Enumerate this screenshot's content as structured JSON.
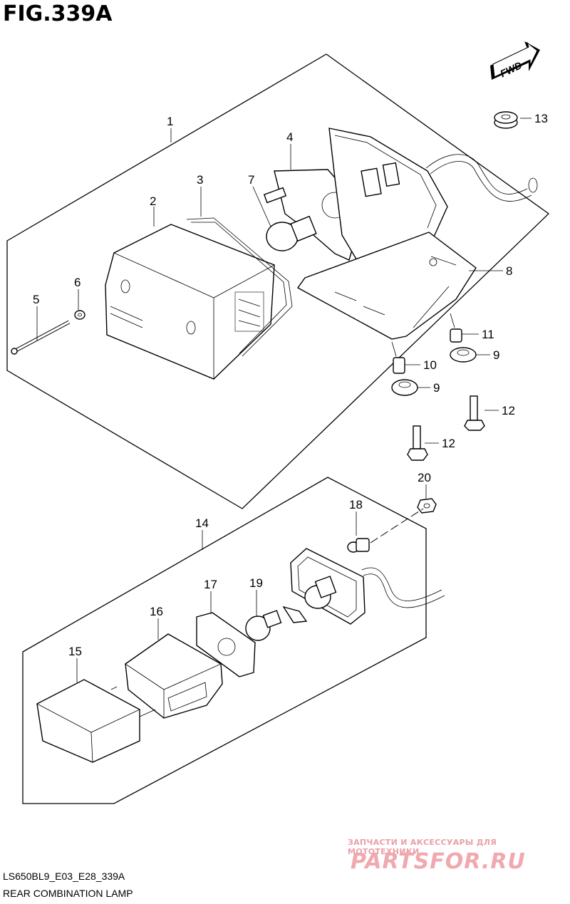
{
  "figure": {
    "title": "FIG.339A",
    "code": "LS650BL9_E03_E28_339A",
    "name": "REAR COMBINATION LAMP"
  },
  "direction_arrow": {
    "label": "FWD",
    "icon": "fwd-arrow-icon"
  },
  "callouts": [
    {
      "id": "c1",
      "label": "1"
    },
    {
      "id": "c2",
      "label": "2"
    },
    {
      "id": "c3",
      "label": "3"
    },
    {
      "id": "c4",
      "label": "4"
    },
    {
      "id": "c5",
      "label": "5"
    },
    {
      "id": "c6",
      "label": "6"
    },
    {
      "id": "c7",
      "label": "7"
    },
    {
      "id": "c8",
      "label": "8"
    },
    {
      "id": "c9a",
      "label": "9"
    },
    {
      "id": "c9b",
      "label": "9"
    },
    {
      "id": "c10",
      "label": "10"
    },
    {
      "id": "c11",
      "label": "11"
    },
    {
      "id": "c12a",
      "label": "12"
    },
    {
      "id": "c12b",
      "label": "12"
    },
    {
      "id": "c13",
      "label": "13"
    },
    {
      "id": "c14",
      "label": "14"
    },
    {
      "id": "c15",
      "label": "15"
    },
    {
      "id": "c16",
      "label": "16"
    },
    {
      "id": "c17",
      "label": "17"
    },
    {
      "id": "c18",
      "label": "18"
    },
    {
      "id": "c19",
      "label": "19"
    },
    {
      "id": "c20",
      "label": "20"
    }
  ],
  "watermark": {
    "tagline": "ЗАПЧАСТИ И АКСЕССУАРЫ ДЛЯ МОТОТЕХНИКИ",
    "brand": "PARTSFOR.RU"
  }
}
